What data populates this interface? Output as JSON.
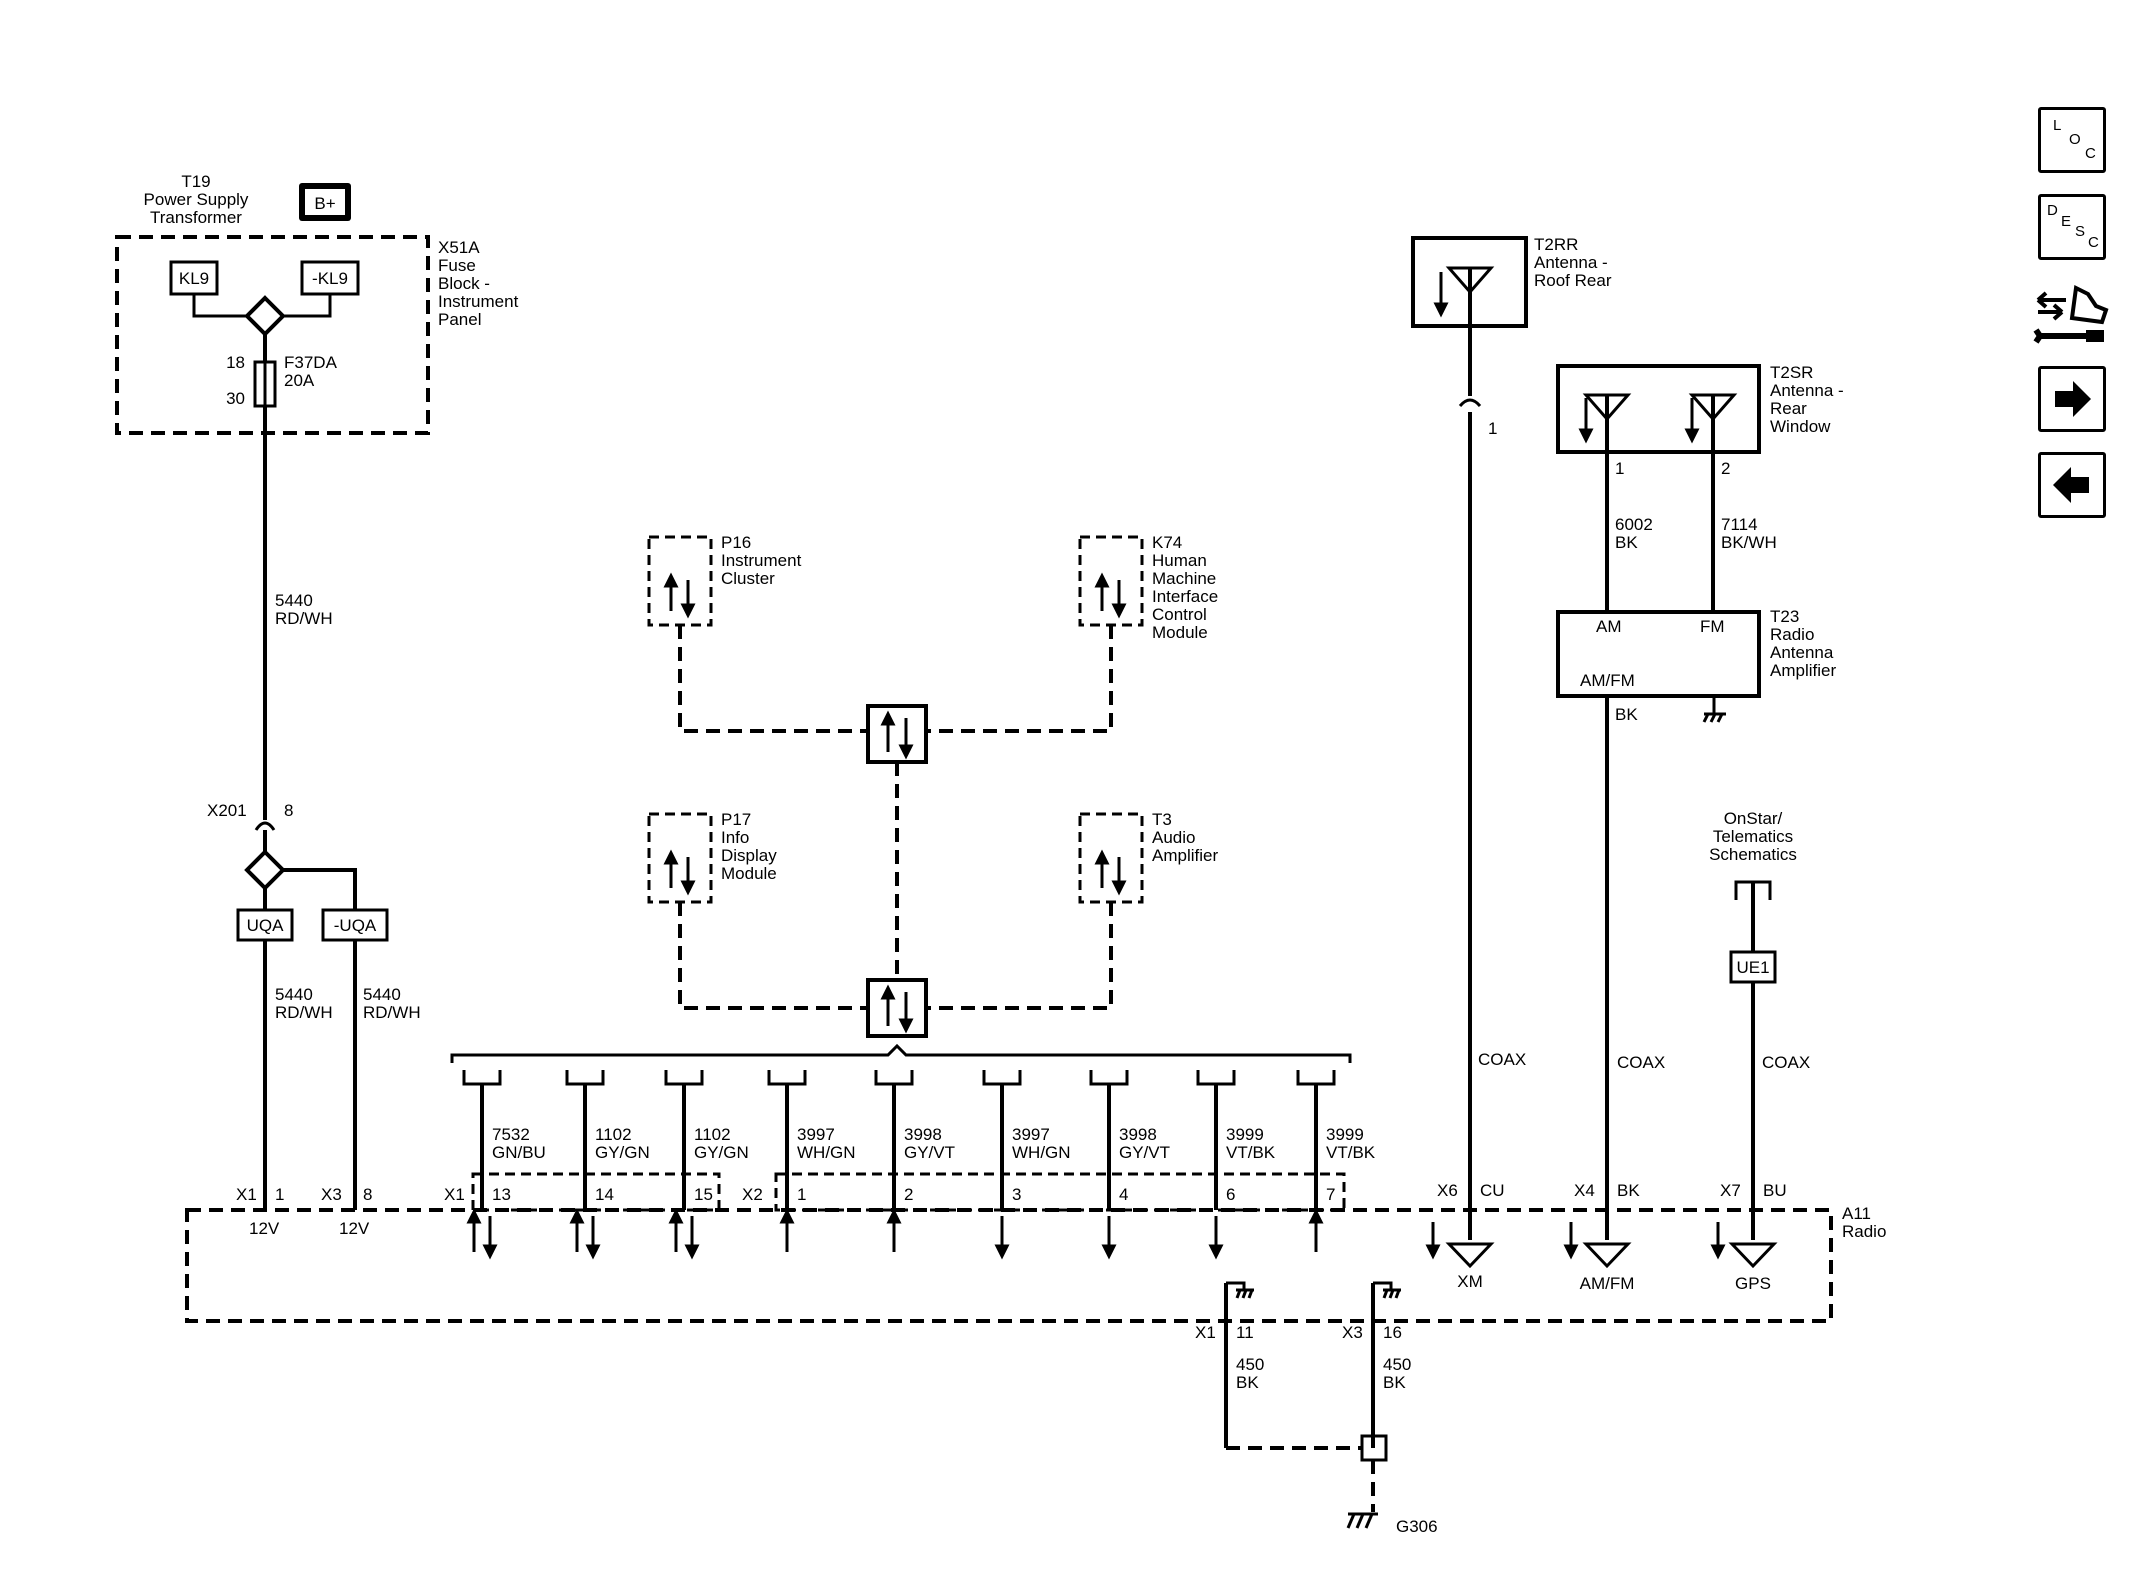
{
  "sidebar": {
    "loc": [
      "L",
      "O",
      "C"
    ],
    "desc": [
      "D",
      "E",
      "S",
      "C"
    ]
  },
  "t19": {
    "code": "T19",
    "l1": "Power Supply",
    "l2": "Transformer"
  },
  "bplus": "B+",
  "x51a": {
    "code": "X51A",
    "l1": "Fuse",
    "l2": "Block -",
    "l3": "Instrument",
    "l4": "Panel"
  },
  "kl9": "KL9",
  "nkl9": "-KL9",
  "fuse": {
    "pin_a": "18",
    "pin_b": "30",
    "name": "F37DA",
    "rating": "20A"
  },
  "w1": {
    "c": "5440",
    "col": "RD/WH"
  },
  "x201": {
    "conn": "X201",
    "pin": "8"
  },
  "uqa": "UQA",
  "nuqa": "-UQA",
  "w2": {
    "c": "5440",
    "col": "RD/WH"
  },
  "w3": {
    "c": "5440",
    "col": "RD/WH"
  },
  "p16": {
    "code": "P16",
    "l1": "Instrument",
    "l2": "Cluster"
  },
  "k74": {
    "code": "K74",
    "l1": "Human",
    "l2": "Machine",
    "l3": "Interface",
    "l4": "Control",
    "l5": "Module"
  },
  "p17": {
    "code": "P17",
    "l1": "Info",
    "l2": "Display",
    "l3": "Module"
  },
  "t3": {
    "code": "T3",
    "l1": "Audio",
    "l2": "Amplifier"
  },
  "bus_wires": [
    {
      "c": "7532",
      "col": "GN/BU",
      "pin": "13"
    },
    {
      "c": "1102",
      "col": "GY/GN",
      "pin": "14"
    },
    {
      "c": "1102",
      "col": "GY/GN",
      "pin": "15"
    },
    {
      "c": "3997",
      "col": "WH/GN",
      "pin": "1"
    },
    {
      "c": "3998",
      "col": "GY/VT",
      "pin": "2"
    },
    {
      "c": "3997",
      "col": "WH/GN",
      "pin": "3"
    },
    {
      "c": "3998",
      "col": "GY/VT",
      "pin": "4"
    },
    {
      "c": "3999",
      "col": "VT/BK",
      "pin": "6"
    },
    {
      "c": "3999",
      "col": "VT/BK",
      "pin": "7"
    }
  ],
  "conn": {
    "x1": "X1",
    "x3": "X3",
    "x2": "X2",
    "x6": "X6",
    "x4": "X4",
    "x7": "X7"
  },
  "pwr": {
    "p1": "1",
    "p8": "8",
    "v1": "12V",
    "v2": "12V"
  },
  "t2rr": {
    "code": "T2RR",
    "l1": "Antenna -",
    "l2": "Roof Rear",
    "pin": "1"
  },
  "t2sr": {
    "code": "T2SR",
    "l1": "Antenna -",
    "l2": "Rear",
    "l3": "Window",
    "pin1": "1",
    "pin2": "2"
  },
  "w6002": {
    "c": "6002",
    "col": "BK"
  },
  "w7114": {
    "c": "7114",
    "col": "BK/WH"
  },
  "t23": {
    "code": "T23",
    "l1": "Radio",
    "l2": "Antenna",
    "l3": "Amplifier",
    "am": "AM",
    "fm": "FM",
    "amfm": "AM/FM",
    "out": "BK"
  },
  "onstar": {
    "l1": "OnStar/",
    "l2": "Telematics",
    "l3": "Schematics"
  },
  "ue1": "UE1",
  "coax": {
    "a": "COAX",
    "b": "COAX",
    "c": "COAX"
  },
  "ant_pins": {
    "cu": "CU",
    "bk": "BK",
    "bu": "BU"
  },
  "a11": {
    "code": "A11",
    "l1": "Radio",
    "xm": "XM",
    "amfm": "AM/FM",
    "gps": "GPS"
  },
  "gnd": {
    "p11": "11",
    "p16": "16",
    "c1": "450",
    "col1": "BK",
    "c2": "450",
    "col2": "BK",
    "g": "G306"
  }
}
